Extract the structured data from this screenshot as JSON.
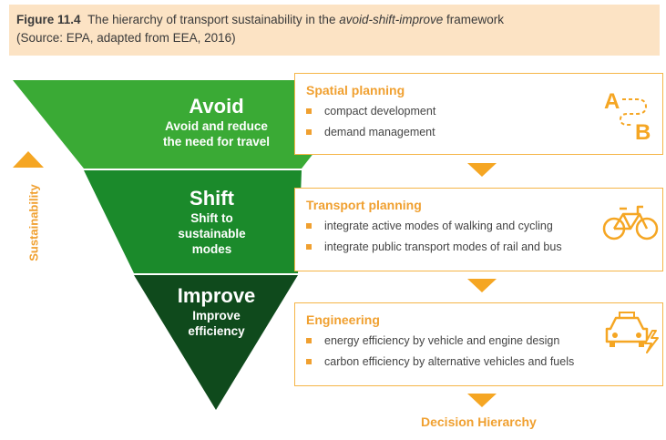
{
  "header": {
    "fig_label": "Figure 11.4",
    "title_before": "The hierarchy of transport sustainability in the ",
    "title_em": "avoid-shift-improve",
    "title_after": " framework",
    "source": "(Source: EPA, adapted from EEA, 2016)"
  },
  "pyramid": {
    "tiers": [
      {
        "head": "Avoid",
        "sub": "Avoid and reduce\nthe need for travel",
        "color": "#3aaa35"
      },
      {
        "head": "Shift",
        "sub": "Shift to\nsustainable\nmodes",
        "color": "#1b8a2b"
      },
      {
        "head": "Improve",
        "sub": "Improve\nefficiency",
        "color": "#0f4a1c"
      }
    ]
  },
  "boxes": [
    {
      "title": "Spatial planning",
      "items": [
        "compact development",
        "demand management"
      ],
      "icon": "route-a-to-b-icon"
    },
    {
      "title": "Transport planning",
      "items": [
        "integrate active modes of walking and cycling",
        "integrate public transport modes of rail and bus"
      ],
      "icon": "bicycle-icon"
    },
    {
      "title": "Engineering",
      "items": [
        "energy efficiency by vehicle and engine design",
        "carbon efficiency by alternative vehicles and fuels"
      ],
      "icon": "electric-car-icon"
    }
  ],
  "side_label": "Sustainability",
  "footer_label": "Decision Hierarchy",
  "colors": {
    "accent": "#f5a623",
    "header_bg": "#fce3c4"
  }
}
